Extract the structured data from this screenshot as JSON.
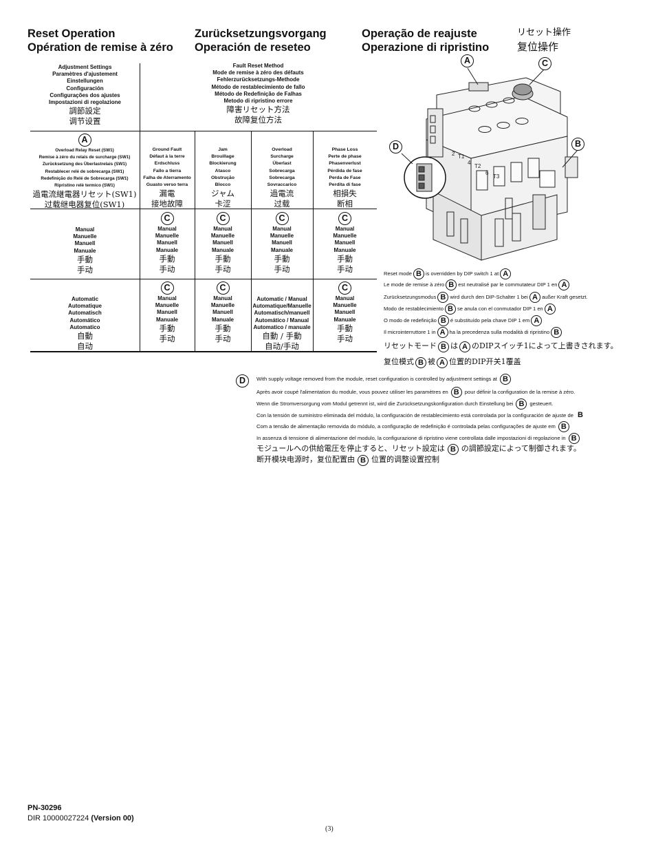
{
  "headers": {
    "col1": [
      "Reset Operation",
      "Opération de remise à zéro"
    ],
    "col2": [
      "Zurücksetzungsvorgang",
      "Operación de reseteo"
    ],
    "col3": [
      "Operação de reajuste",
      "Operazione di ripristino"
    ],
    "col4_jp": "リセット操作",
    "col4_cn": "复位操作"
  },
  "table": {
    "adjustment": {
      "lines": [
        "Adjustment Settings",
        "Paramètres d'ajustement",
        "Einstellungen",
        "Configuración",
        "Configurações dos ajustes",
        "Impostazioni di regolazione"
      ],
      "jp": "調節設定",
      "cn": "调节设置"
    },
    "fault": {
      "lines": [
        "Fault Reset Method",
        "Mode de remise à zéro des défauts",
        "Fehlerzurücksetzungs-Methode",
        "Método de restablecimiento de fallo",
        "Método de Redefinição de Falhas",
        "Metodo di ripristino errore"
      ],
      "jp": "障害リセット方法",
      "cn": "故障复位方法"
    },
    "col_headers": [
      {
        "marker": "A",
        "lines": [
          "Overload Relay Reset (SW1)",
          "Remise à zéro du relais de surcharge (SW1)",
          "Zurücksetzung des Überlastrelais (SW1)",
          "Restablecer relé de sobrecarga (SW1)",
          "Redefinição do Relé de Sobrecarga (SW1)",
          "Ripristino relè termico (SW1)"
        ],
        "jp": "過電流継電器リセット(SW1)",
        "cn": "过载继电器复位(SW1)"
      },
      {
        "lines": [
          "Ground Fault",
          "Défaut à la terre",
          "Erdschluss",
          "Fallo a tierra",
          "Falha de Aterramento",
          "Guasto verso terra"
        ],
        "jp": "漏電",
        "cn": "接地故障"
      },
      {
        "lines": [
          "Jam",
          "Brouillage",
          "Blockierung",
          "Atasco",
          "Obstrução",
          "Blocco"
        ],
        "jp": "ジャム",
        "cn": "卡涩"
      },
      {
        "lines": [
          "Overload",
          "Surcharge",
          "Überlast",
          "Sobrecarga",
          "Sobrecarga",
          "Sovraccarico"
        ],
        "jp": "過電流",
        "cn": "过载"
      },
      {
        "lines": [
          "Phase Loss",
          "Perte de phase",
          "Phasenverlust",
          "Pérdida de fase",
          "Perda de Fase",
          "Perdita di fase"
        ],
        "jp": "相損失",
        "cn": "断相"
      }
    ],
    "rows": [
      {
        "first": {
          "lines": [
            "Manual",
            "Manuelle",
            "Manuell",
            "Manuale"
          ],
          "jp": "手動",
          "cn": "手动"
        },
        "cells": [
          {
            "marker": "C",
            "lines": [
              "Manual",
              "Manuelle",
              "Manuell",
              "Manuale"
            ],
            "jp": "手動",
            "cn": "手动"
          },
          {
            "marker": "C",
            "lines": [
              "Manual",
              "Manuelle",
              "Manuell",
              "Manuale"
            ],
            "jp": "手動",
            "cn": "手动"
          },
          {
            "marker": "C",
            "lines": [
              "Manual",
              "Manuelle",
              "Manuell",
              "Manuale"
            ],
            "jp": "手動",
            "cn": "手动"
          },
          {
            "marker": "C",
            "lines": [
              "Manual",
              "Manuelle",
              "Manuell",
              "Manuale"
            ],
            "jp": "手動",
            "cn": "手动"
          }
        ]
      },
      {
        "first": {
          "lines": [
            "Automatic",
            "Automatique",
            "Automatisch",
            "Automático",
            "Automatico"
          ],
          "jp": "自動",
          "cn": "自动"
        },
        "cells": [
          {
            "marker": "C",
            "lines": [
              "Manual",
              "Manuelle",
              "Manuell",
              "Manuale"
            ],
            "jp": "手動",
            "cn": "手动"
          },
          {
            "marker": "C",
            "lines": [
              "Manual",
              "Manuelle",
              "Manuell",
              "Manuale"
            ],
            "jp": "手動",
            "cn": "手动"
          },
          {
            "lines": [
              "Automatic / Manual",
              "Automatique/Manuelle",
              "Automatisch/manuell",
              "Automático / Manual",
              "Automatico / manuale"
            ],
            "jp": "自動 / 手動",
            "cn": "自动/手动"
          },
          {
            "marker": "C",
            "lines": [
              "Manual",
              "Manuelle",
              "Manuell",
              "Manuale"
            ],
            "jp": "手動",
            "cn": "手动"
          }
        ]
      }
    ]
  },
  "diagram": {
    "labels": [
      "A",
      "C",
      "D",
      "B"
    ],
    "terminals": [
      "2",
      "T1",
      "4",
      "T2",
      "6",
      "T3"
    ]
  },
  "notes_b": [
    {
      "pre": "Reset mode",
      "m1": "B",
      "mid": "is overridden by DIP switch 1 at",
      "m2": "A",
      "post": ""
    },
    {
      "pre": "Le mode de remise à zéro",
      "m1": "B",
      "mid": "est neutralisé par le commutateur DIP 1 en",
      "m2": "A",
      "post": ""
    },
    {
      "pre": "Zurücksetzungsmodus",
      "m1": "B",
      "mid": "wird durch den DIP-Schalter 1 bei",
      "m2": "A",
      "post": "außer Kraft gesetzt."
    },
    {
      "pre": "Modo de restablecimiento",
      "m1": "B",
      "mid": "se anula con el conmutador DIP 1 en",
      "m2": "A",
      "post": ""
    },
    {
      "pre": "O modo de redefinição",
      "m1": "B",
      "mid": "é substituído pela chave DIP 1 em",
      "m2": "A",
      "post": ""
    },
    {
      "pre": "Il microinterruttore 1 in",
      "m1": "A",
      "mid": "ha la precedenza sulla modalità di ripristino",
      "m2": "B",
      "post": ""
    },
    {
      "pre": "リセットモード",
      "m1": "B",
      "mid": "は",
      "m2": "A",
      "post": "のDIPスイッチ1によって上書きされます。",
      "jp": true
    },
    {
      "pre": "复位模式",
      "m1": "B",
      "mid": "被",
      "m2": "A",
      "post": "位置的DIP开关1覆盖",
      "jp": true
    }
  ],
  "notes_d": {
    "marker": "D",
    "lines": [
      {
        "text": "With supply voltage removed from the module, reset configuration is controlled by adjustment settings at",
        "m": "B",
        "post": ""
      },
      {
        "text": "Après avoir coupé l'alimentation du module, vous pouvez utiliser les paramètres en",
        "m": "B",
        "post": "pour définir la configuration de la remise à zéro."
      },
      {
        "text": "Wenn die Stromversorgung vom Modul getrennt ist, wird die Zurücksetzungskonfiguration durch Einstellung bei",
        "m": "B",
        "post": "gesteuert."
      },
      {
        "text": "Con la tensión de suministro eliminada del módulo, la configuración de restablecimiento está controlada por la configuración de ajuste de",
        "plain": "B",
        "post": ""
      },
      {
        "text": "Com a tensão de alimentação removida do módulo, a configuração de redefinição é controlada pelas configurações de ajuste em",
        "m": "B",
        "post": ""
      },
      {
        "text": "In assenza di tensione di alimentazione del modulo, la configurazione di ripristino viene controllata dalle impostazioni di regolazione in",
        "m": "B",
        "post": ""
      },
      {
        "text": "モジュールへの供給電圧を停止すると、リセット設定は",
        "m": "B",
        "post": "の調節設定によって制御されます。",
        "jp": true
      },
      {
        "text": "断开模块电源时，复位配置由",
        "m": "B",
        "post": "位置的调整设置控制",
        "jp": true
      }
    ]
  },
  "footer": {
    "part": "PN-30296",
    "dir": "DIR 10000027224",
    "version": "(Version 00)",
    "page": "(3)"
  }
}
